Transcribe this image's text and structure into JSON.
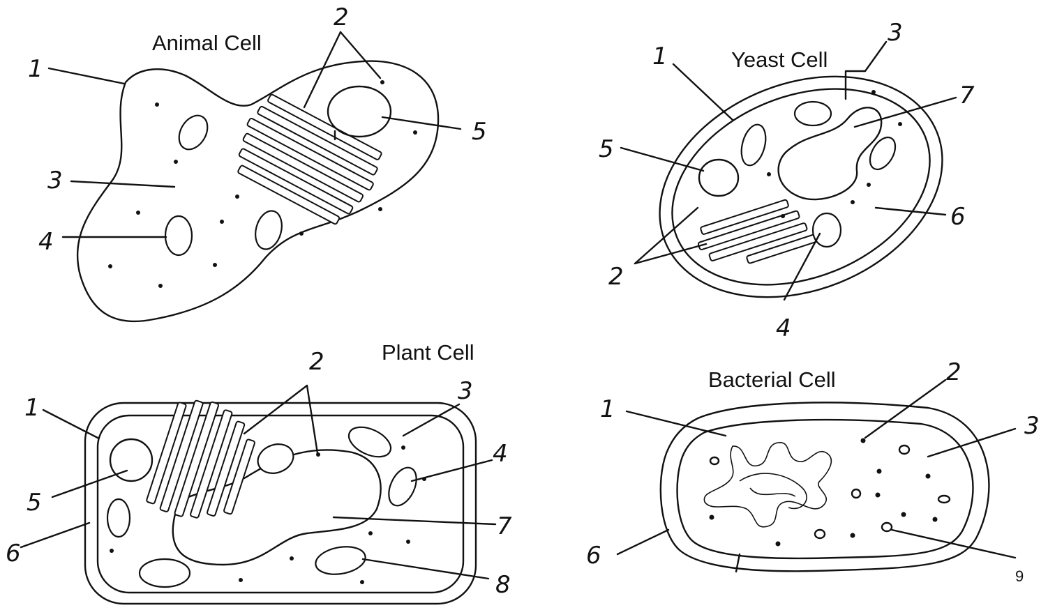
{
  "titles": {
    "animal": "Animal Cell",
    "yeast": "Yeast Cell",
    "plant": "Plant Cell",
    "bacterial": "Bacterial Cell"
  },
  "animal_labels": [
    "1",
    "2",
    "3",
    "4",
    "5"
  ],
  "yeast_labels": [
    "1",
    "2",
    "3",
    "4",
    "5",
    "6",
    "7"
  ],
  "plant_labels": [
    "1",
    "2",
    "3",
    "4",
    "5",
    "6",
    "7",
    "8"
  ],
  "bacterial_labels": [
    "1",
    "2",
    "3",
    "6",
    "9"
  ]
}
